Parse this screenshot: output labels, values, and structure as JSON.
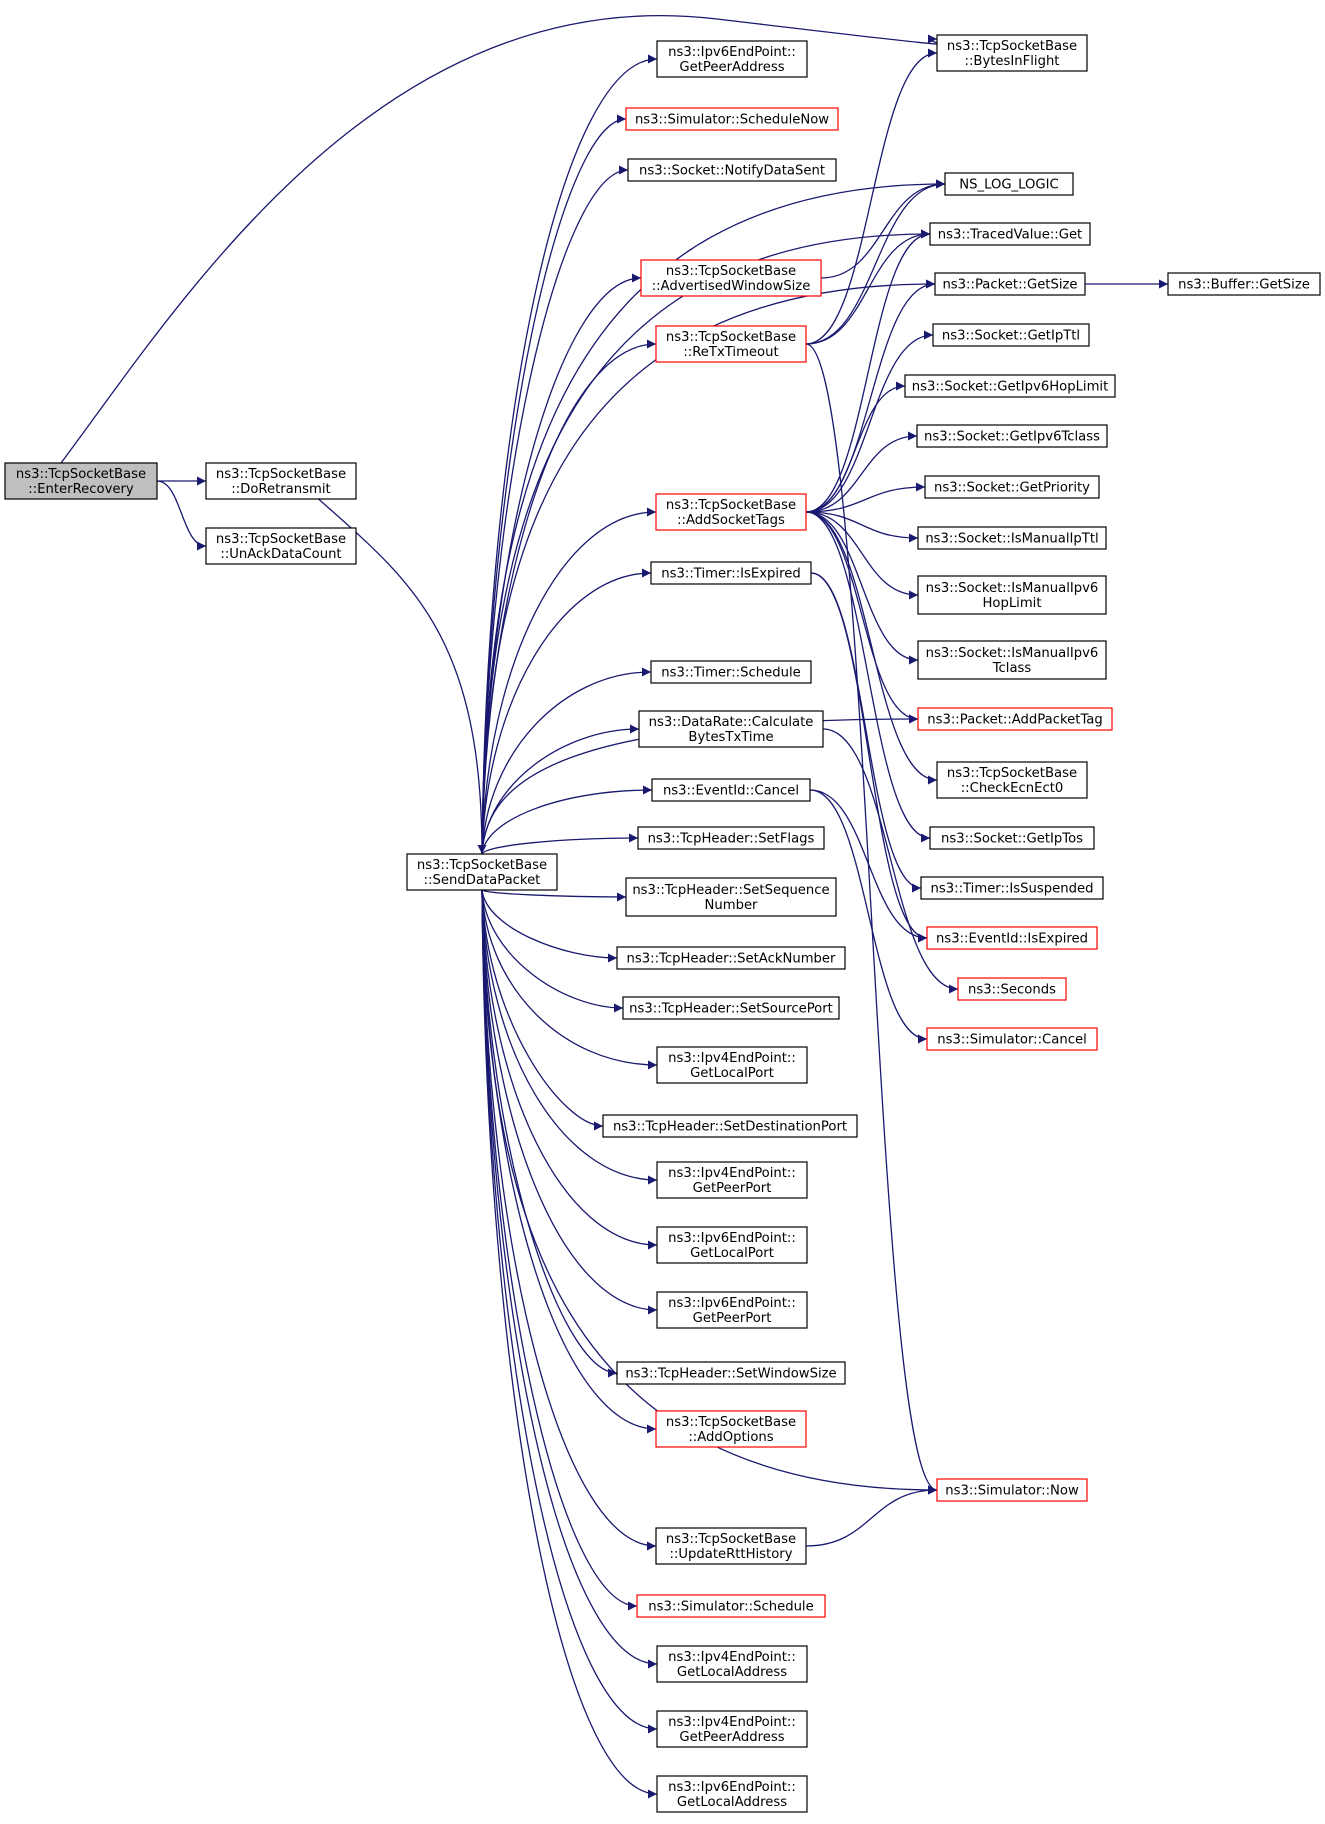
{
  "diagram": {
    "colors": {
      "edge": "#191970",
      "node_border": "#000000",
      "node_border_truncated": "#ff0000",
      "root_fill": "#bfbfbf",
      "node_fill": "#ffffff",
      "text": "#000000"
    },
    "nodes": [
      {
        "id": "EnterRecovery",
        "lines": [
          "ns3::TcpSocketBase",
          "::EnterRecovery"
        ],
        "root": true
      },
      {
        "id": "DoRetransmit",
        "lines": [
          "ns3::TcpSocketBase",
          "::DoRetransmit"
        ]
      },
      {
        "id": "UnAckDataCount",
        "lines": [
          "ns3::TcpSocketBase",
          "::UnAckDataCount"
        ]
      },
      {
        "id": "SendDataPacket",
        "lines": [
          "ns3::TcpSocketBase",
          "::SendDataPacket"
        ]
      },
      {
        "id": "BytesInFlight",
        "lines": [
          "ns3::TcpSocketBase",
          "::BytesInFlight"
        ]
      },
      {
        "id": "Ipv6GetPeerAddress",
        "lines": [
          "ns3::Ipv6EndPoint::",
          "GetPeerAddress"
        ]
      },
      {
        "id": "ScheduleNow",
        "lines": [
          "ns3::Simulator::ScheduleNow"
        ],
        "truncated": true
      },
      {
        "id": "NotifyDataSent",
        "lines": [
          "ns3::Socket::NotifyDataSent"
        ]
      },
      {
        "id": "NS_LOG_LOGIC",
        "lines": [
          "NS_LOG_LOGIC"
        ]
      },
      {
        "id": "TracedValueGet",
        "lines": [
          "ns3::TracedValue::Get"
        ]
      },
      {
        "id": "AdvertisedWindowSize",
        "lines": [
          "ns3::TcpSocketBase",
          "::AdvertisedWindowSize"
        ],
        "truncated": true
      },
      {
        "id": "PacketGetSize",
        "lines": [
          "ns3::Packet::GetSize"
        ]
      },
      {
        "id": "BufferGetSize",
        "lines": [
          "ns3::Buffer::GetSize"
        ]
      },
      {
        "id": "ReTxTimeout",
        "lines": [
          "ns3::TcpSocketBase",
          "::ReTxTimeout"
        ],
        "truncated": true
      },
      {
        "id": "GetIpTtl",
        "lines": [
          "ns3::Socket::GetIpTtl"
        ]
      },
      {
        "id": "GetIpv6HopLimit",
        "lines": [
          "ns3::Socket::GetIpv6HopLimit"
        ]
      },
      {
        "id": "GetIpv6Tclass",
        "lines": [
          "ns3::Socket::GetIpv6Tclass"
        ]
      },
      {
        "id": "AddSocketTags",
        "lines": [
          "ns3::TcpSocketBase",
          "::AddSocketTags"
        ],
        "truncated": true
      },
      {
        "id": "GetPriority",
        "lines": [
          "ns3::Socket::GetPriority"
        ]
      },
      {
        "id": "IsManualIpTtl",
        "lines": [
          "ns3::Socket::IsManualIpTtl"
        ]
      },
      {
        "id": "TimerIsExpired",
        "lines": [
          "ns3::Timer::IsExpired"
        ]
      },
      {
        "id": "IsManualIpv6HopLimit",
        "lines": [
          "ns3::Socket::IsManualIpv6",
          "HopLimit"
        ]
      },
      {
        "id": "IsManualIpv6Tclass",
        "lines": [
          "ns3::Socket::IsManualIpv6",
          "Tclass"
        ]
      },
      {
        "id": "TimerSchedule",
        "lines": [
          "ns3::Timer::Schedule"
        ]
      },
      {
        "id": "AddPacketTag",
        "lines": [
          "ns3::Packet::AddPacketTag"
        ],
        "truncated": true
      },
      {
        "id": "CalculateBytesTxTime",
        "lines": [
          "ns3::DataRate::Calculate",
          "BytesTxTime"
        ]
      },
      {
        "id": "CheckEcnEct0",
        "lines": [
          "ns3::TcpSocketBase",
          "::CheckEcnEct0"
        ]
      },
      {
        "id": "EventIdCancel",
        "lines": [
          "ns3::EventId::Cancel"
        ]
      },
      {
        "id": "GetIpTos",
        "lines": [
          "ns3::Socket::GetIpTos"
        ]
      },
      {
        "id": "SetFlags",
        "lines": [
          "ns3::TcpHeader::SetFlags"
        ]
      },
      {
        "id": "TimerIsSuspended",
        "lines": [
          "ns3::Timer::IsSuspended"
        ]
      },
      {
        "id": "SetSequenceNumber",
        "lines": [
          "ns3::TcpHeader::SetSequence",
          "Number"
        ]
      },
      {
        "id": "EventIdIsExpired",
        "lines": [
          "ns3::EventId::IsExpired"
        ],
        "truncated": true
      },
      {
        "id": "SetAckNumber",
        "lines": [
          "ns3::TcpHeader::SetAckNumber"
        ]
      },
      {
        "id": "Seconds",
        "lines": [
          "ns3::Seconds"
        ],
        "truncated": true
      },
      {
        "id": "SetSourcePort",
        "lines": [
          "ns3::TcpHeader::SetSourcePort"
        ]
      },
      {
        "id": "SimulatorCancel",
        "lines": [
          "ns3::Simulator::Cancel"
        ],
        "truncated": true
      },
      {
        "id": "Ipv4GetLocalPort",
        "lines": [
          "ns3::Ipv4EndPoint::",
          "GetLocalPort"
        ]
      },
      {
        "id": "SetDestinationPort",
        "lines": [
          "ns3::TcpHeader::SetDestinationPort"
        ]
      },
      {
        "id": "Ipv4GetPeerPort",
        "lines": [
          "ns3::Ipv4EndPoint::",
          "GetPeerPort"
        ]
      },
      {
        "id": "Ipv6GetLocalPort",
        "lines": [
          "ns3::Ipv6EndPoint::",
          "GetLocalPort"
        ]
      },
      {
        "id": "Ipv6GetPeerPort",
        "lines": [
          "ns3::Ipv6EndPoint::",
          "GetPeerPort"
        ]
      },
      {
        "id": "SetWindowSize",
        "lines": [
          "ns3::TcpHeader::SetWindowSize"
        ]
      },
      {
        "id": "AddOptions",
        "lines": [
          "ns3::TcpSocketBase",
          "::AddOptions"
        ],
        "truncated": true
      },
      {
        "id": "SimulatorNow",
        "lines": [
          "ns3::Simulator::Now"
        ],
        "truncated": true
      },
      {
        "id": "UpdateRttHistory",
        "lines": [
          "ns3::TcpSocketBase",
          "::UpdateRttHistory"
        ]
      },
      {
        "id": "SimulatorSchedule",
        "lines": [
          "ns3::Simulator::Schedule"
        ],
        "truncated": true
      },
      {
        "id": "Ipv4GetLocalAddress",
        "lines": [
          "ns3::Ipv4EndPoint::",
          "GetLocalAddress"
        ]
      },
      {
        "id": "Ipv4GetPeerAddress",
        "lines": [
          "ns3::Ipv4EndPoint::",
          "GetPeerAddress"
        ]
      },
      {
        "id": "Ipv6GetLocalAddress",
        "lines": [
          "ns3::Ipv6EndPoint::",
          "GetLocalAddress"
        ]
      }
    ],
    "edges": [
      [
        "EnterRecovery",
        "BytesInFlight"
      ],
      [
        "EnterRecovery",
        "DoRetransmit"
      ],
      [
        "EnterRecovery",
        "UnAckDataCount"
      ],
      [
        "DoRetransmit",
        "SendDataPacket"
      ],
      [
        "SendDataPacket",
        "Ipv6GetPeerAddress"
      ],
      [
        "SendDataPacket",
        "ScheduleNow"
      ],
      [
        "SendDataPacket",
        "NotifyDataSent"
      ],
      [
        "SendDataPacket",
        "NS_LOG_LOGIC"
      ],
      [
        "SendDataPacket",
        "AdvertisedWindowSize"
      ],
      [
        "SendDataPacket",
        "ReTxTimeout"
      ],
      [
        "SendDataPacket",
        "TracedValueGet"
      ],
      [
        "SendDataPacket",
        "PacketGetSize"
      ],
      [
        "SendDataPacket",
        "AddSocketTags"
      ],
      [
        "SendDataPacket",
        "TimerIsExpired"
      ],
      [
        "SendDataPacket",
        "AddPacketTag"
      ],
      [
        "SendDataPacket",
        "TimerSchedule"
      ],
      [
        "SendDataPacket",
        "CalculateBytesTxTime"
      ],
      [
        "SendDataPacket",
        "EventIdCancel"
      ],
      [
        "SendDataPacket",
        "SetFlags"
      ],
      [
        "SendDataPacket",
        "SetSequenceNumber"
      ],
      [
        "SendDataPacket",
        "SetAckNumber"
      ],
      [
        "SendDataPacket",
        "SetSourcePort"
      ],
      [
        "SendDataPacket",
        "Ipv4GetLocalPort"
      ],
      [
        "SendDataPacket",
        "SetDestinationPort"
      ],
      [
        "SendDataPacket",
        "Ipv4GetPeerPort"
      ],
      [
        "SendDataPacket",
        "Ipv6GetLocalPort"
      ],
      [
        "SendDataPacket",
        "Ipv6GetPeerPort"
      ],
      [
        "SendDataPacket",
        "SetWindowSize"
      ],
      [
        "SendDataPacket",
        "AddOptions"
      ],
      [
        "SendDataPacket",
        "SimulatorNow"
      ],
      [
        "SendDataPacket",
        "UpdateRttHistory"
      ],
      [
        "SendDataPacket",
        "SimulatorSchedule"
      ],
      [
        "SendDataPacket",
        "Ipv4GetLocalAddress"
      ],
      [
        "SendDataPacket",
        "Ipv4GetPeerAddress"
      ],
      [
        "SendDataPacket",
        "Ipv6GetLocalAddress"
      ],
      [
        "AdvertisedWindowSize",
        "NS_LOG_LOGIC"
      ],
      [
        "ReTxTimeout",
        "BytesInFlight"
      ],
      [
        "ReTxTimeout",
        "NS_LOG_LOGIC"
      ],
      [
        "ReTxTimeout",
        "TracedValueGet"
      ],
      [
        "ReTxTimeout",
        "SimulatorNow"
      ],
      [
        "PacketGetSize",
        "BufferGetSize"
      ],
      [
        "AddSocketTags",
        "TracedValueGet"
      ],
      [
        "AddSocketTags",
        "PacketGetSize"
      ],
      [
        "AddSocketTags",
        "GetIpTtl"
      ],
      [
        "AddSocketTags",
        "GetIpv6HopLimit"
      ],
      [
        "AddSocketTags",
        "GetIpv6Tclass"
      ],
      [
        "AddSocketTags",
        "GetPriority"
      ],
      [
        "AddSocketTags",
        "IsManualIpTtl"
      ],
      [
        "AddSocketTags",
        "IsManualIpv6HopLimit"
      ],
      [
        "AddSocketTags",
        "IsManualIpv6Tclass"
      ],
      [
        "AddSocketTags",
        "AddPacketTag"
      ],
      [
        "AddSocketTags",
        "CheckEcnEct0"
      ],
      [
        "AddSocketTags",
        "GetIpTos"
      ],
      [
        "TimerIsExpired",
        "TimerIsSuspended"
      ],
      [
        "TimerIsExpired",
        "EventIdIsExpired"
      ],
      [
        "CalculateBytesTxTime",
        "Seconds"
      ],
      [
        "EventIdCancel",
        "EventIdIsExpired"
      ],
      [
        "EventIdCancel",
        "SimulatorCancel"
      ],
      [
        "UpdateRttHistory",
        "SimulatorNow"
      ]
    ]
  }
}
